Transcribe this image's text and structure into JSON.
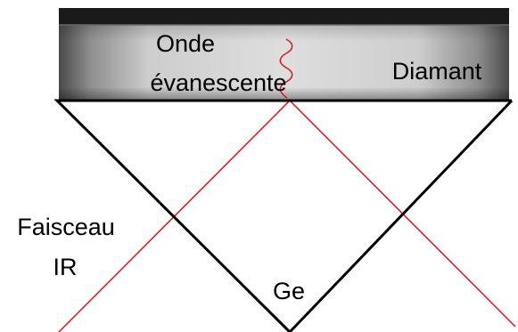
{
  "labels": {
    "wave_line1": "Onde",
    "wave_line2": "évanescente",
    "crystal": "Diamant",
    "beam_line1": "Faisceau",
    "beam_line2": "IR",
    "prism": "Ge"
  },
  "colors": {
    "background": "#ffffff",
    "prism_outline": "#000000",
    "ir_beam": "#e0141e",
    "crystal_dark": "#1a1a1a",
    "crystal_light": "#d8d8d8",
    "text": "#000000"
  }
}
